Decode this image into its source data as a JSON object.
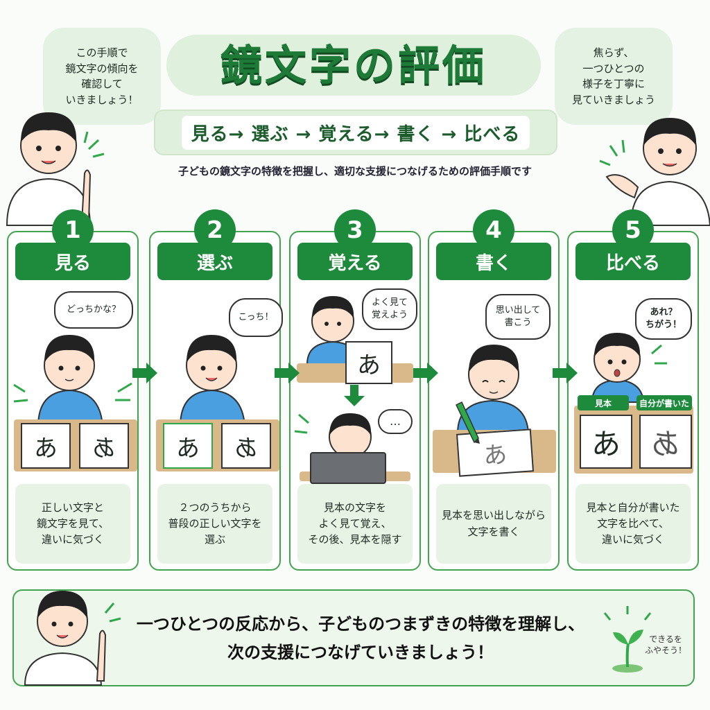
{
  "header": {
    "title": "鏡文字の評価",
    "flow": "見る→ 選ぶ → 覚える→ 書く → 比べる",
    "subtitle": "子どもの鏡文字の特徴を把握し、適切な支援につなげるための評価手順です"
  },
  "bubbles": {
    "left": [
      "この手順で",
      "鏡文字の傾向を",
      "確認して",
      "いきましょう！"
    ],
    "right": [
      "焦らず、",
      "一つひとつの",
      "様子を丁寧に",
      "見ていきましょう"
    ]
  },
  "steps": [
    {
      "number": "1",
      "label": "見る",
      "speech": "どっちかな？",
      "cards": [
        "あ",
        "あ"
      ],
      "desc": [
        "正しい文字と",
        "鏡文字を見て、",
        "違いに気づく"
      ]
    },
    {
      "number": "2",
      "label": "選ぶ",
      "speech": "こっち！",
      "cards": [
        "あ",
        "あ"
      ],
      "desc": [
        "２つのうちから",
        "普段の正しい文字を",
        "選ぶ"
      ]
    },
    {
      "number": "3",
      "label": "覚える",
      "speech": "よく見て\n覚えよう",
      "speech2": "…",
      "cards": [
        "あ"
      ],
      "desc": [
        "見本の文字を",
        "よく見て覚え、",
        "その後、見本を隠す"
      ]
    },
    {
      "number": "4",
      "label": "書く",
      "speech": "思い出して\n書こう",
      "cards": [
        "あ"
      ],
      "desc": [
        "見本を思い出しながら",
        "文字を書く"
      ]
    },
    {
      "number": "5",
      "label": "比べる",
      "speech": "あれ？\nちがう！",
      "cards": [
        "あ",
        "あ"
      ],
      "tags": [
        "見本",
        "自分が書いた"
      ],
      "desc": [
        "見本と自分が書いた",
        "文字を比べて、",
        "違いに気づく"
      ]
    }
  ],
  "footer": {
    "message": [
      "一つひとつの反応から、子どものつまずきの特徴を理解し、",
      "次の支援につなげていきましょう！"
    ],
    "sprout_text": [
      "できるを",
      "ふやそう！"
    ]
  },
  "colors": {
    "primary": "#1e8a3c",
    "border": "#43a44f",
    "light": "#e7f4e5",
    "title": "#1d7a37"
  }
}
